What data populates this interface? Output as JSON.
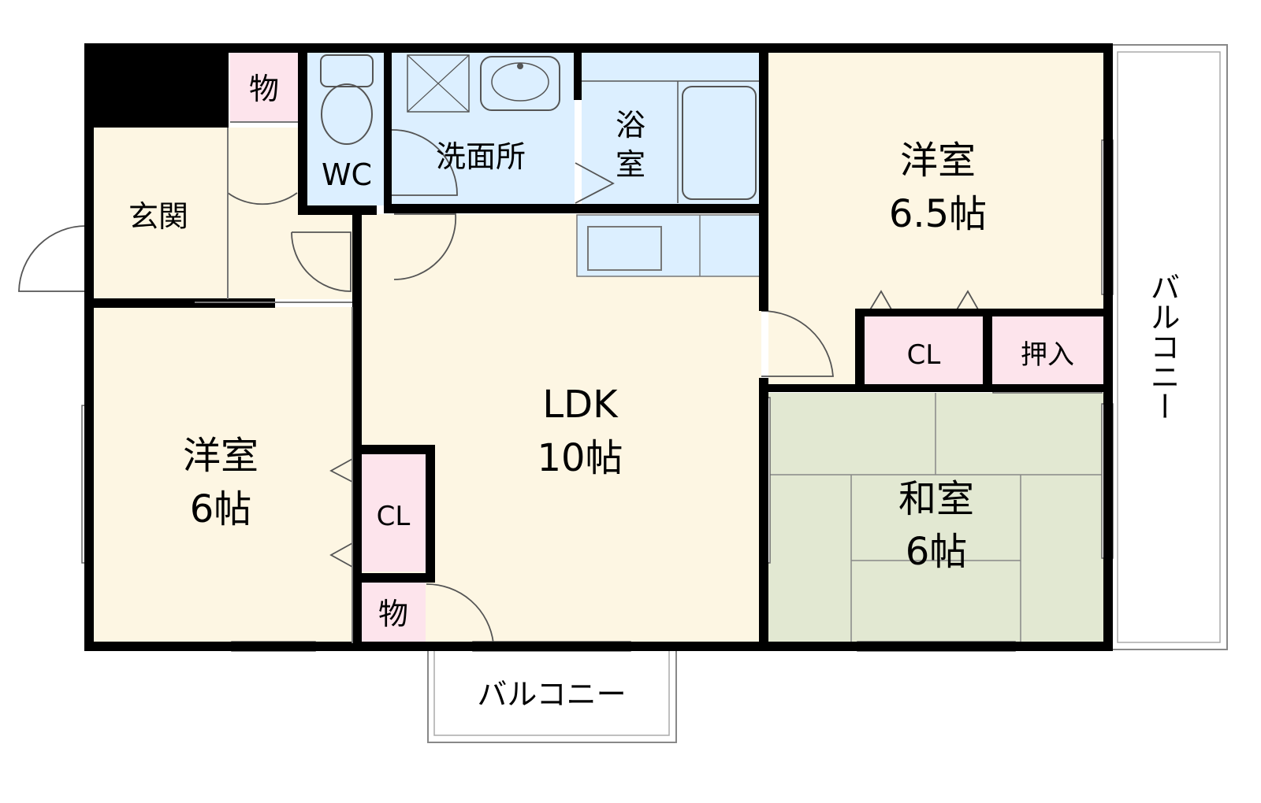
{
  "colors": {
    "wall": "#000000",
    "floor_western": "#fdf6e3",
    "floor_tatami": "#e2e8d2",
    "floor_wet": "#dcefff",
    "storage": "#fde4ec",
    "balcony": "#ffffff",
    "fixture_stroke": "#555555"
  },
  "rooms": {
    "storage_top": "物",
    "wc": "WC",
    "washroom": "洗面所",
    "bath_line1": "浴",
    "bath_line2": "室",
    "entrance": "玄関",
    "western_room_a_name": "洋室",
    "western_room_a_size": "6.5帖",
    "western_room_b_name": "洋室",
    "western_room_b_size": "6帖",
    "ldk_name": "LDK",
    "ldk_size": "10帖",
    "closet_a": "CL",
    "closet_b": "CL",
    "oshiire": "押入",
    "japanese_room_name": "和室",
    "japanese_room_size": "6帖",
    "storage_bottom": "物",
    "balcony_right": "バルコニー",
    "balcony_bottom": "バルコニー"
  }
}
